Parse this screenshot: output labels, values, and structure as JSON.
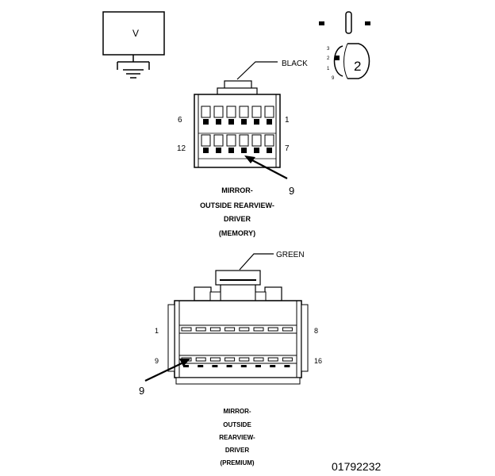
{
  "meter": {
    "symbol": "V"
  },
  "probe_legend": {
    "callout": "2",
    "pins": [
      "3",
      "2",
      "1",
      "9"
    ]
  },
  "connector_memory": {
    "color_label": "BLACK",
    "pin_top_left": "6",
    "pin_top_right": "1",
    "pin_bottom_left": "12",
    "pin_bottom_right": "7",
    "callout_pin": "9",
    "caption_lines": [
      "MIRROR-",
      "OUTSIDE REARVIEW-",
      "DRIVER",
      "(MEMORY)"
    ]
  },
  "connector_premium": {
    "color_label": "GREEN",
    "pin_top_left": "1",
    "pin_top_right": "8",
    "pin_bottom_left": "9",
    "pin_bottom_right": "16",
    "callout_pin": "9",
    "caption_lines": [
      "MIRROR-",
      "OUTSIDE",
      "REARVIEW-",
      "DRIVER",
      "(PREMIUM)"
    ]
  },
  "figure_id": "01792232"
}
